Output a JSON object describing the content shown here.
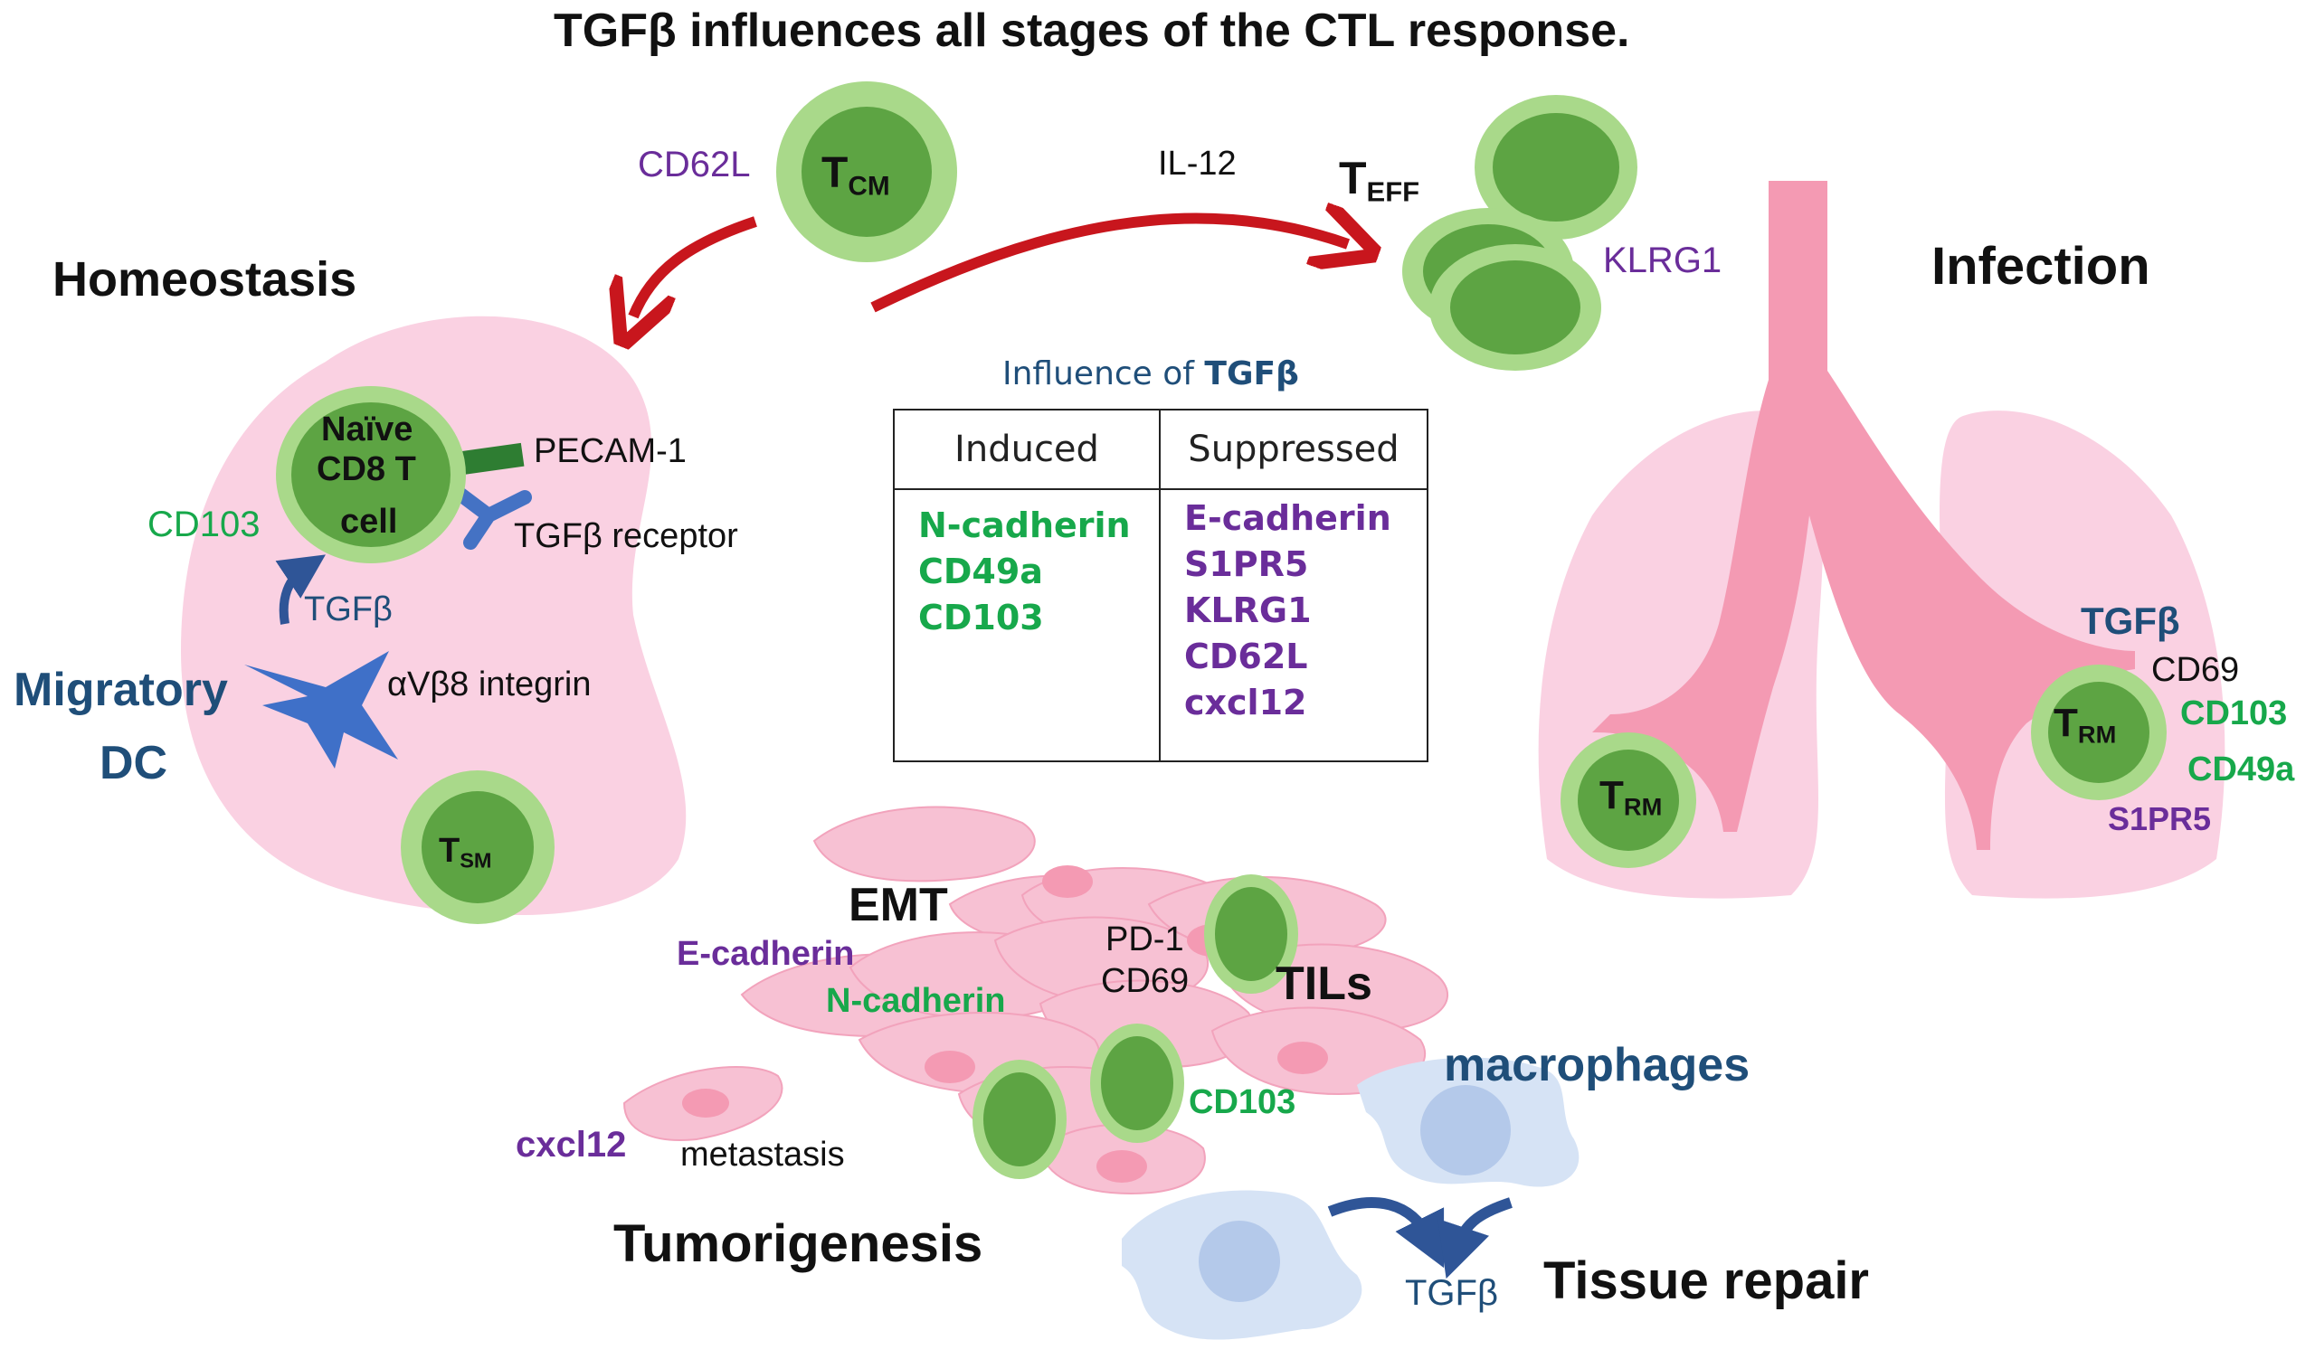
{
  "title": "TGFβ influences all stages of the CTL response.",
  "colors": {
    "tissue_pink": "#fad1e2",
    "lung_pink": "#f49ab3",
    "cell_outer": "#a9d98a",
    "cell_inner": "#5da443",
    "dc_blue": "#3f70c8",
    "arrow_red": "#c8161d",
    "macrophage": "#d6e3f5",
    "purple_text": "#6a2d9a",
    "green_text": "#17a84b",
    "navy_text": "#1f4e79"
  },
  "arrows": {
    "cd62l": "CD62L",
    "il12": "IL-12"
  },
  "cells": {
    "tcm": {
      "main": "T",
      "sub": "CM"
    },
    "teff": {
      "main": "T",
      "sub": "EFF"
    },
    "tsm": {
      "main": "T",
      "sub": "SM"
    },
    "trm": {
      "main": "T",
      "sub": "RM"
    }
  },
  "homeostasis": {
    "title": "Homeostasis",
    "naive_cell": [
      "Naïve",
      "CD8 T",
      "cell"
    ],
    "pecam": "PECAM-1",
    "tgfb_receptor": "TGFβ  receptor",
    "cd103": "CD103",
    "tgfb": "TGFβ",
    "migratory": "Migratory",
    "dc": "DC",
    "integrin": "αVβ8 integrin"
  },
  "effector": {
    "klrg1": "KLRG1"
  },
  "table": {
    "caption_prefix": "Influence  of ",
    "caption_strong": "TGFβ",
    "headers": [
      "Induced",
      "Suppressed"
    ],
    "induced": [
      "N-cadherin",
      "CD49a",
      "CD103"
    ],
    "suppressed": [
      "E-cadherin",
      "S1PR5",
      "KLRG1",
      "CD62L",
      "cxcl12"
    ]
  },
  "infection": {
    "title": "Infection",
    "tgfb": "TGFβ",
    "cd69": "CD69",
    "cd103": "CD103",
    "cd49a": "CD49a",
    "s1pr5": "S1PR5"
  },
  "tumor": {
    "emt": "EMT",
    "ecadherin": "E-cadherin",
    "ncadherin": "N-cadherin",
    "pd1": "PD-1",
    "cd69": "CD69",
    "tils": "TILs",
    "cd103": "CD103",
    "cxcl12": "cxcl12",
    "metastasis": "metastasis",
    "title": "Tumorigenesis"
  },
  "repair": {
    "macrophages": "macrophages",
    "tgfb": "TGFβ",
    "title": "Tissue repair"
  }
}
